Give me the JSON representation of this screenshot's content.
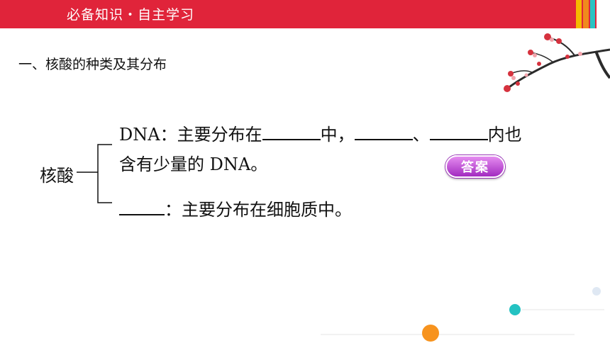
{
  "header": {
    "title": "必备知识・自主学习"
  },
  "section": {
    "title": "一、核酸的种类及其分布"
  },
  "diagram": {
    "label": "核酸",
    "dna_line1_prefix": "DNA：主要分布在",
    "dna_line1_mid": "中，",
    "dna_line1_sep": "、",
    "dna_line1_suffix": "内也",
    "dna_line2": "含有少量的 DNA。",
    "rna_line": "：主要分布在细胞质中。"
  },
  "answer_button": {
    "label": "答案"
  },
  "colors": {
    "header_red": "#e0243a",
    "stripe_yellow": "#f5b800",
    "stripe_orange": "#f08a1c",
    "stripe_teal": "#2ac3c3",
    "dot_orange": "#f7931e",
    "dot_teal": "#24c2c2",
    "button_purple": "#a22bc0"
  },
  "icons": [
    "plum-blossom-icon"
  ]
}
